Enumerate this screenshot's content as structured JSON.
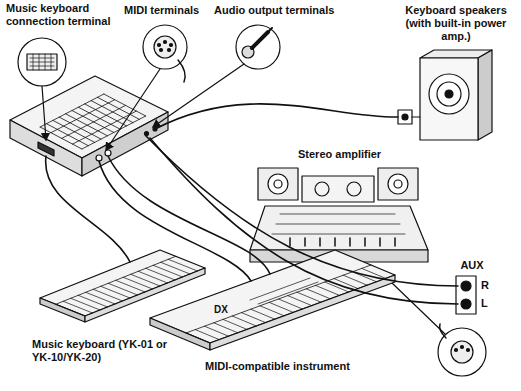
{
  "diagram": {
    "labels": [
      "Music keyboard connection terminal",
      "MIDI terminals",
      "Audio output terminals",
      "Keyboard speakers (with built-in power amp.)",
      "Stereo amplifier",
      "AUX",
      "R",
      "L",
      "Music keyboard (YK-01 or YK-10/YK-20)",
      "MIDI-compatible instrument",
      "DX"
    ]
  }
}
